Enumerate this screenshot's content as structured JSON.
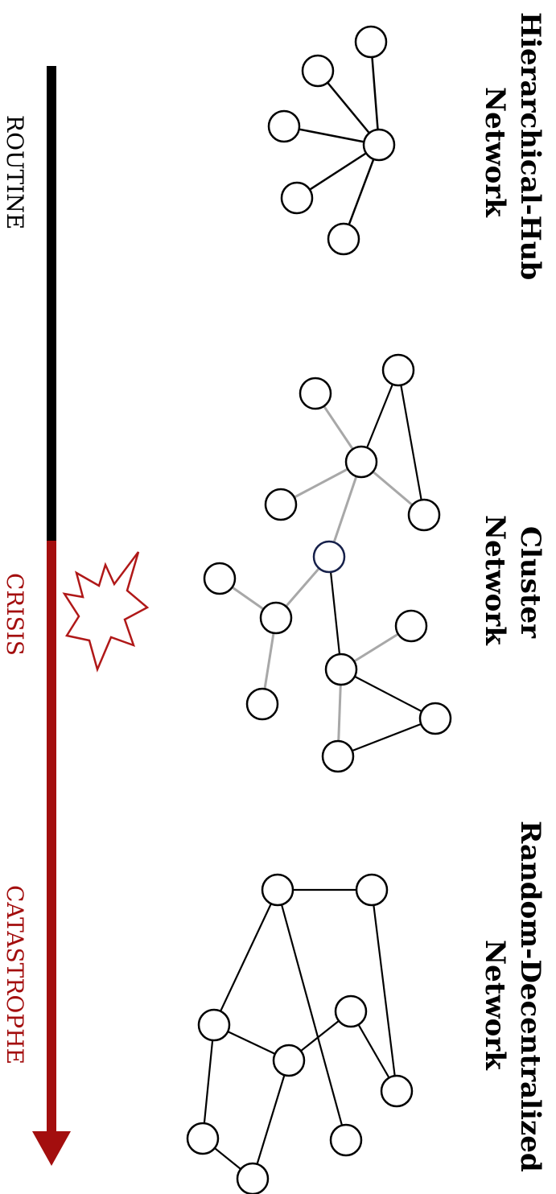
{
  "networks": {
    "hierarchical": {
      "line1": "Hierarchical-Hub",
      "line2": "Network"
    },
    "cluster": {
      "line1": "Cluster",
      "line2": "Network"
    },
    "random": {
      "line1": "Random-Decentralized",
      "line2": "Network"
    }
  },
  "timeline": {
    "routine": "ROUTINE",
    "crisis": "CRISIS",
    "catastrophe": "CATASTROPHE"
  },
  "colors": {
    "routine": "#000000",
    "crisis": "#a30e0e",
    "cluster_edge": "#a8a8a8",
    "node_fill": "#ffffff",
    "node_stroke": "#000000"
  }
}
